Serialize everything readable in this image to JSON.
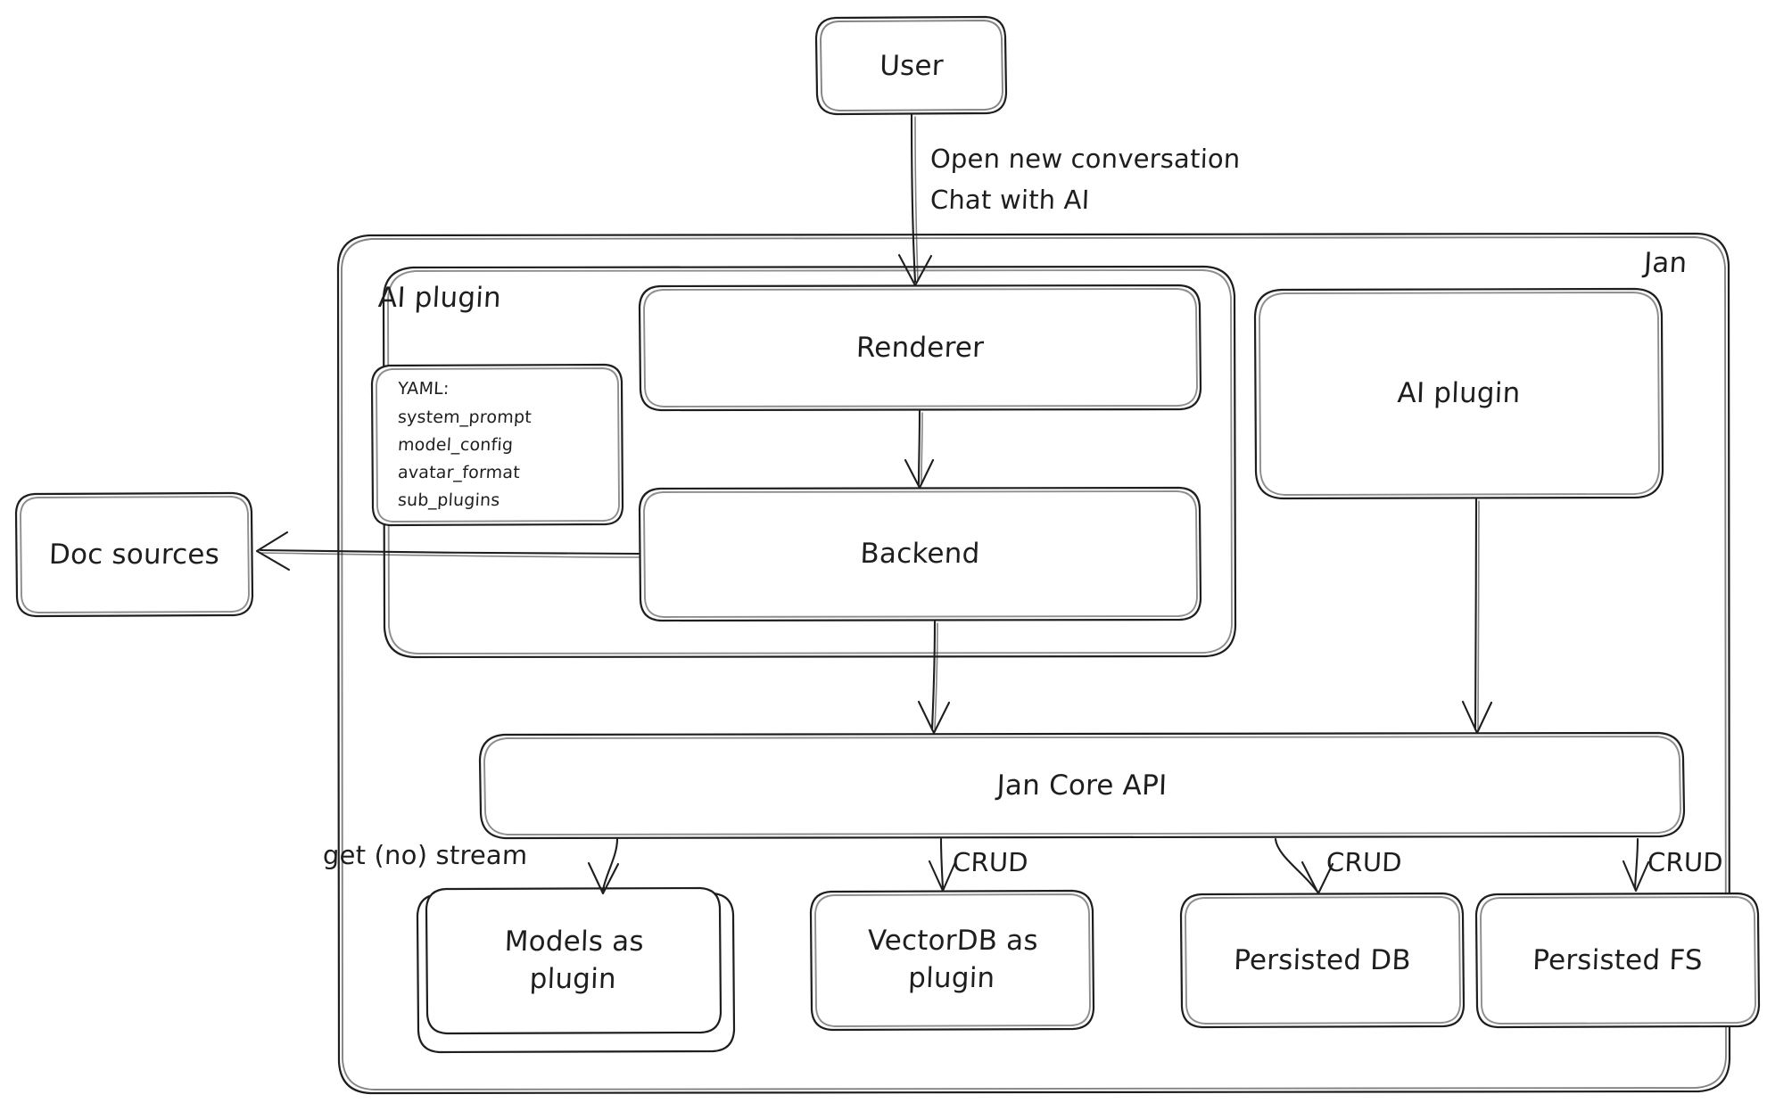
{
  "diagram": {
    "title": "Jan architecture diagram",
    "style": "hand-drawn",
    "background_color": "#ffffff",
    "stroke_color": "#1e1e1e"
  },
  "nodes": {
    "user": {
      "label": "User"
    },
    "jan_container": {
      "label": "Jan"
    },
    "ai_plugin_group": {
      "label": "AI plugin"
    },
    "renderer": {
      "label": "Renderer"
    },
    "backend": {
      "label": "Backend"
    },
    "ai_plugin_box": {
      "label": "AI plugin"
    },
    "doc_sources": {
      "label": "Doc sources"
    },
    "jan_core_api": {
      "label": "Jan Core API"
    },
    "models_as_plugin": {
      "label": "Models as\nplugin"
    },
    "vectordb_as_plugin": {
      "label": "VectorDB as\nplugin"
    },
    "persisted_db": {
      "label": "Persisted DB"
    },
    "persisted_fs": {
      "label": "Persisted FS"
    }
  },
  "yaml_card": {
    "header": "YAML:",
    "keys": [
      "system_prompt",
      "model_config",
      "avatar_format",
      "sub_plugins"
    ]
  },
  "edges": [
    {
      "from": "user",
      "to": "renderer",
      "label": "Open new conversation\nChat with AI"
    },
    {
      "from": "renderer",
      "to": "backend",
      "label": ""
    },
    {
      "from": "backend",
      "to": "doc_sources",
      "label": ""
    },
    {
      "from": "backend",
      "to": "jan_core_api",
      "label": ""
    },
    {
      "from": "ai_plugin_box",
      "to": "jan_core_api",
      "label": ""
    },
    {
      "from": "jan_core_api",
      "to": "models_as_plugin",
      "label": "get (no) stream"
    },
    {
      "from": "jan_core_api",
      "to": "vectordb_as_plugin",
      "label": "CRUD"
    },
    {
      "from": "jan_core_api",
      "to": "persisted_db",
      "label": "CRUD"
    },
    {
      "from": "jan_core_api",
      "to": "persisted_fs",
      "label": "CRUD"
    }
  ],
  "edge_labels": {
    "user_to_renderer_line1": "Open new conversation",
    "user_to_renderer_line2": "Chat with AI",
    "models_edge": "get (no) stream",
    "vectordb_edge": "CRUD",
    "persisted_db_edge": "CRUD",
    "persisted_fs_edge": "CRUD"
  }
}
